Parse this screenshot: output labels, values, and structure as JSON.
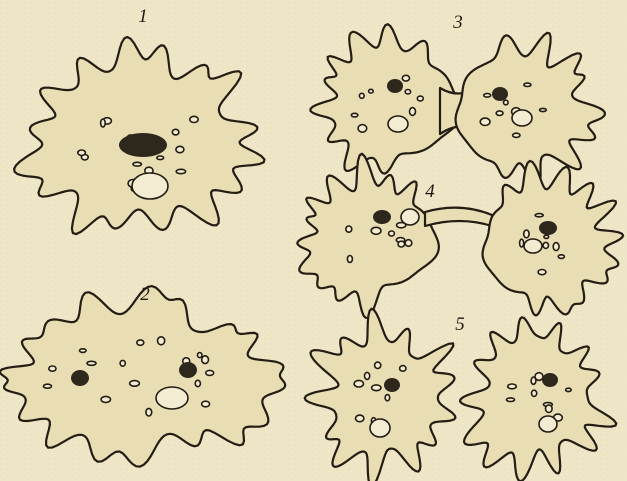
{
  "figure": {
    "stage_labels": [
      "1",
      "2",
      "3",
      "4",
      "5"
    ]
  }
}
